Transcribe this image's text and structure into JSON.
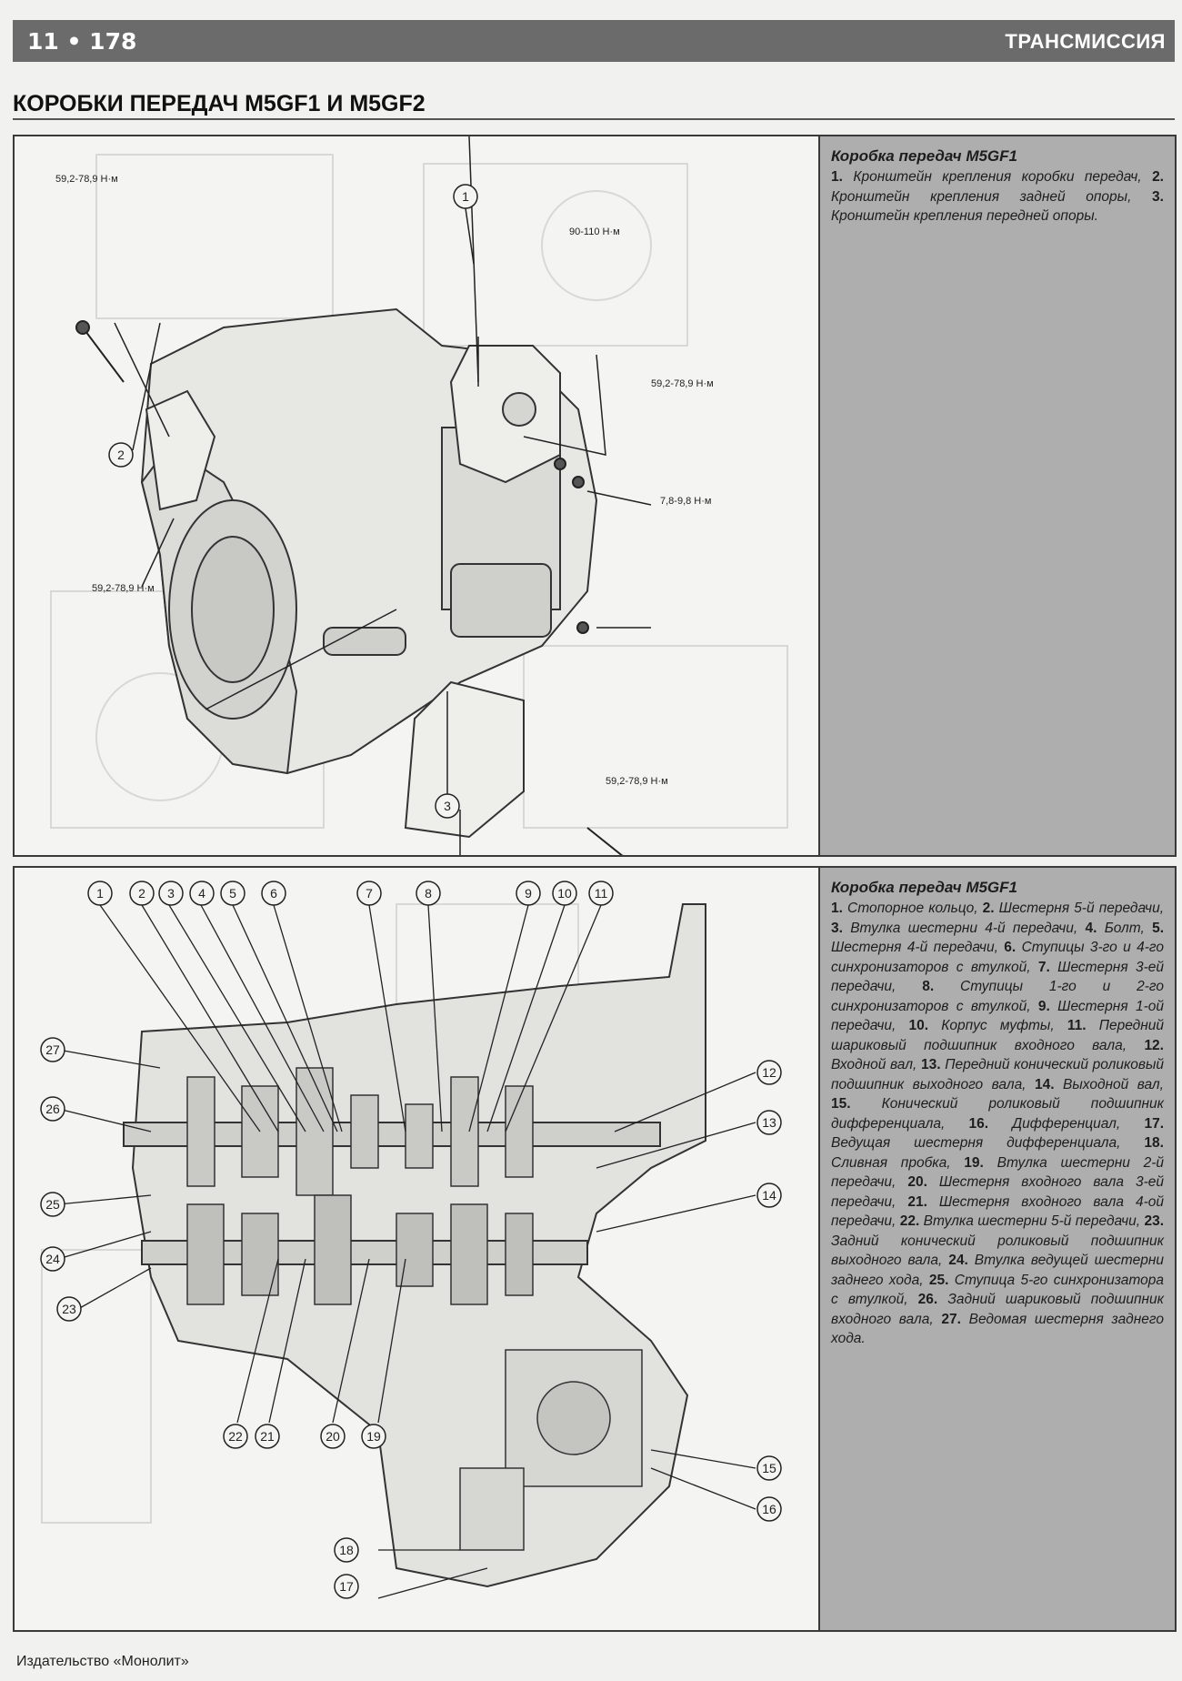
{
  "header": {
    "page_marker": "11 • 178",
    "section": "ТРАНСМИССИЯ"
  },
  "title": "КОРОБКИ ПЕРЕДАЧ M5GF1 И M5GF2",
  "figure1": {
    "torque_labels": [
      "59,2-78,9 Н·м",
      "90-110 Н·м",
      "59,2-78,9 Н·м",
      "7,8-9,8 Н·м",
      "59,2-78,9 Н·м",
      "59,2-78,9 Н·м"
    ],
    "callouts": [
      "1",
      "2",
      "3"
    ],
    "caption_title": "Коробка передач M5GF1",
    "caption_items": [
      {
        "num": "1.",
        "text": "Кронштейн крепления коробки передач,"
      },
      {
        "num": "2.",
        "text": "Кронштейн крепления задней опоры,"
      },
      {
        "num": "3.",
        "text": "Кронштейн крепления передней опоры."
      }
    ]
  },
  "figure2": {
    "callouts": [
      "1",
      "2",
      "3",
      "4",
      "5",
      "6",
      "7",
      "8",
      "9",
      "10",
      "11",
      "12",
      "13",
      "14",
      "15",
      "16",
      "17",
      "18",
      "19",
      "20",
      "21",
      "22",
      "23",
      "24",
      "25",
      "26",
      "27"
    ],
    "caption_title": "Коробка передач M5GF1",
    "caption_items": [
      {
        "num": "1.",
        "text": "Стопорное кольцо,"
      },
      {
        "num": "2.",
        "text": "Шестерня 5-й передачи,"
      },
      {
        "num": "3.",
        "text": "Втулка шестерни 4-й передачи,"
      },
      {
        "num": "4.",
        "text": "Болт,"
      },
      {
        "num": "5.",
        "text": "Шестерня 4-й передачи,"
      },
      {
        "num": "6.",
        "text": "Ступицы 3-го и 4-го синхронизаторов с втулкой,"
      },
      {
        "num": "7.",
        "text": "Шестерня 3-ей передачи,"
      },
      {
        "num": "8.",
        "text": "Ступицы 1-го и 2-го синхронизаторов с втулкой,"
      },
      {
        "num": "9.",
        "text": "Шестерня 1-ой передачи,"
      },
      {
        "num": "10.",
        "text": "Корпус муфты,"
      },
      {
        "num": "11.",
        "text": "Передний шариковый подшипник входного вала,"
      },
      {
        "num": "12.",
        "text": "Входной вал,"
      },
      {
        "num": "13.",
        "text": "Передний конический роликовый подшипник выходного вала,"
      },
      {
        "num": "14.",
        "text": "Выходной вал,"
      },
      {
        "num": "15.",
        "text": "Конический роликовый подшипник дифференциала,"
      },
      {
        "num": "16.",
        "text": "Дифференциал,"
      },
      {
        "num": "17.",
        "text": "Ведущая шестерня дифференциала,"
      },
      {
        "num": "18.",
        "text": "Сливная пробка,"
      },
      {
        "num": "19.",
        "text": "Втулка шестерни 2-й передачи,"
      },
      {
        "num": "20.",
        "text": "Шестерня входного вала 3-ей передачи,"
      },
      {
        "num": "21.",
        "text": "Шестерня входного вала 4-ой передачи,"
      },
      {
        "num": "22.",
        "text": "Втулка шестерни 5-й передачи,"
      },
      {
        "num": "23.",
        "text": "Задний конический роликовый подшипник выходного вала,"
      },
      {
        "num": "24.",
        "text": "Втулка ведущей шестерни заднего хода,"
      },
      {
        "num": "25.",
        "text": "Ступица 5-го синхронизатора с втулкой,"
      },
      {
        "num": "26.",
        "text": "Задний шариковый подшипник входного вала,"
      },
      {
        "num": "27.",
        "text": "Ведомая шестерня заднего хода."
      }
    ]
  },
  "footer": "Издательство «Монолит»",
  "colors": {
    "header_bg": "#6b6b6b",
    "caption_bg": "#aeaeae",
    "page_bg": "#f1f1ef"
  }
}
